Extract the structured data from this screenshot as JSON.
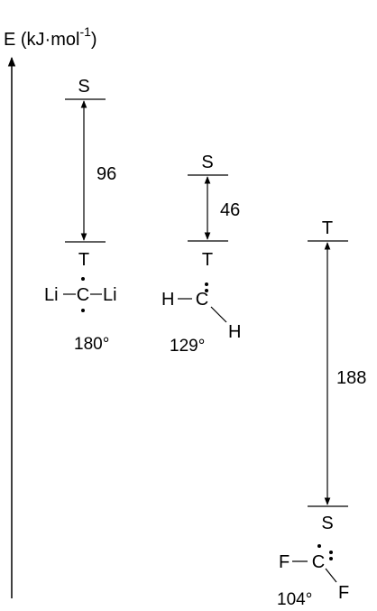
{
  "axis": {
    "label": "E (kJ·mol",
    "superscript": "-1",
    "close": ")"
  },
  "columns": [
    {
      "upper_state": "S",
      "lower_state": "T",
      "gap": "96",
      "molecule": {
        "left": "Li",
        "center": "C",
        "right": "Li"
      },
      "angle": "180°"
    },
    {
      "upper_state": "S",
      "lower_state": "T",
      "gap": "46",
      "molecule": {
        "left": "H",
        "center": "C",
        "right": "H"
      },
      "angle": "129°"
    },
    {
      "upper_state": "T",
      "lower_state": "S",
      "gap": "188",
      "molecule": {
        "left": "F",
        "center": "C",
        "right": "F"
      },
      "angle": "104°"
    }
  ]
}
